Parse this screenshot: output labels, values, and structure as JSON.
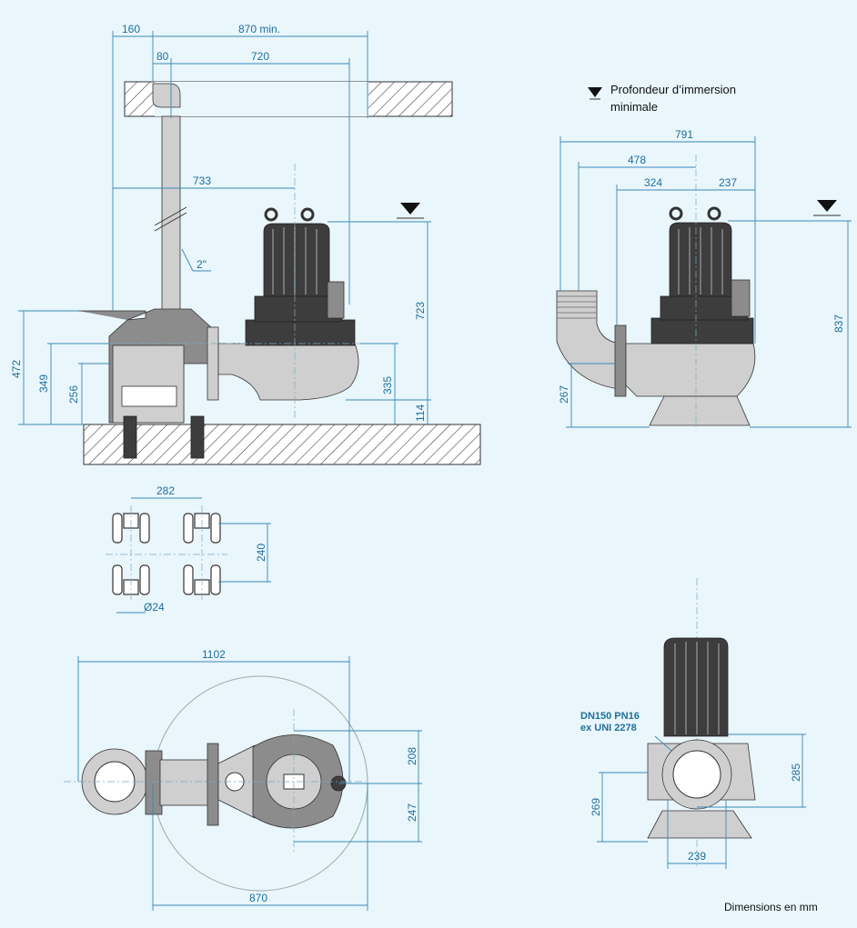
{
  "legend": {
    "immersion_line1": "Profondeur d’immersion",
    "immersion_line2": "minimale"
  },
  "footer": {
    "units": "Dimensions en mm"
  },
  "side_view": {
    "d160": "160",
    "d870min": "870 min.",
    "d80": "80",
    "d720": "720",
    "d733": "733",
    "pipe": "2\"",
    "d472": "472",
    "d349": "349",
    "d256": "256",
    "d723": "723",
    "d335": "335",
    "d114": "114"
  },
  "front_view": {
    "d791": "791",
    "d478": "478",
    "d324": "324",
    "d237": "237",
    "d837": "837",
    "d267": "267"
  },
  "foot_detail": {
    "d282": "282",
    "d240": "240",
    "d24": "Ø24"
  },
  "plan_view": {
    "d1102": "1102",
    "d208": "208",
    "d247": "247",
    "d870": "870"
  },
  "flange_view": {
    "flange_line1": "DN150 PN16",
    "flange_line2": "ex UNI 2278",
    "d285": "285",
    "d269": "269",
    "d239": "239"
  }
}
